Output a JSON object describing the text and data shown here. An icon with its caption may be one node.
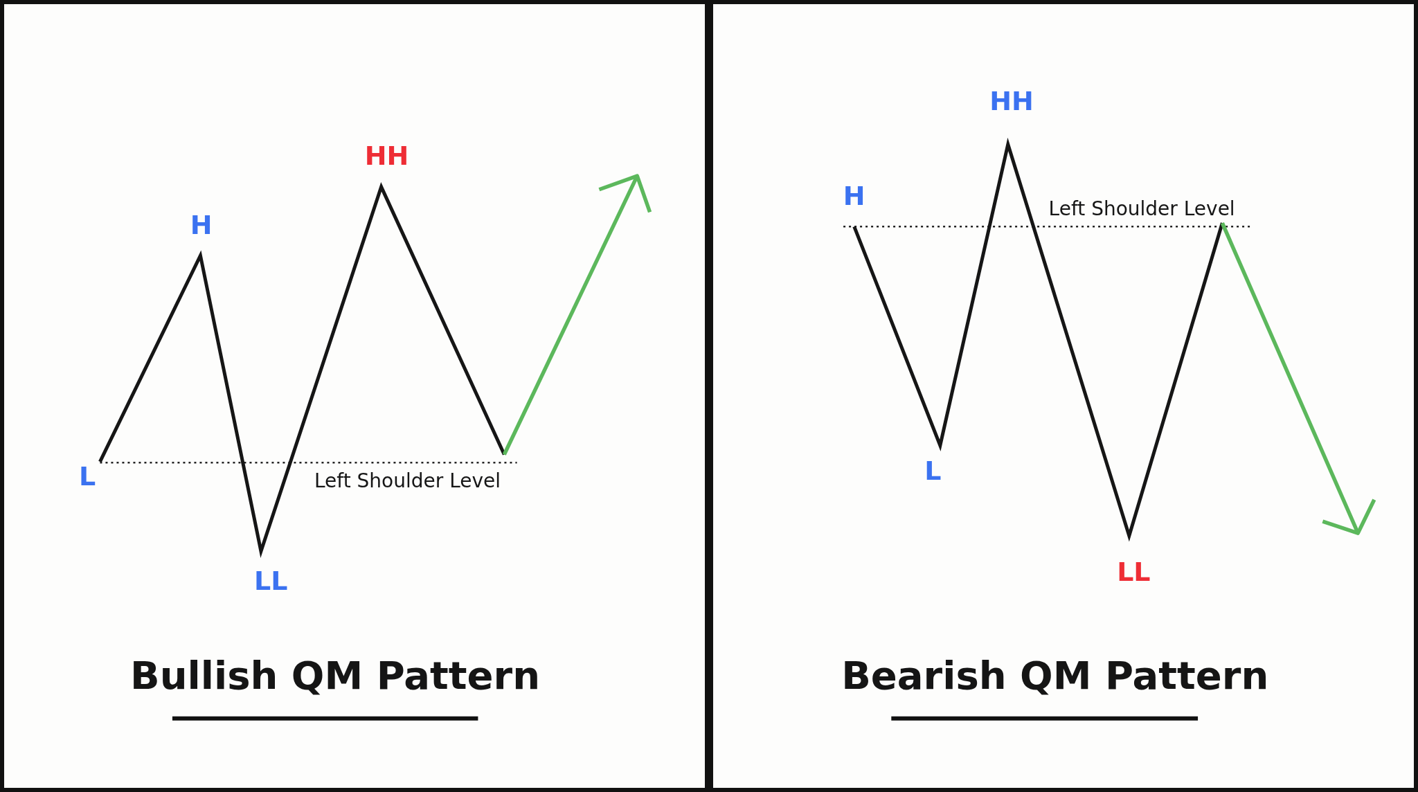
{
  "diagram": {
    "nodes": [
      {
        "text": [
          "Bullish QM Pattern"
        ]
      },
      {
        "text": [
          "Bearish QM Pattern"
        ]
      }
    ],
    "labels": [
      "HH",
      "H",
      "L",
      "LL",
      "Left Shoulder Level",
      "HH",
      "H",
      "Left Shoulder Level",
      "L",
      "LL"
    ]
  }
}
